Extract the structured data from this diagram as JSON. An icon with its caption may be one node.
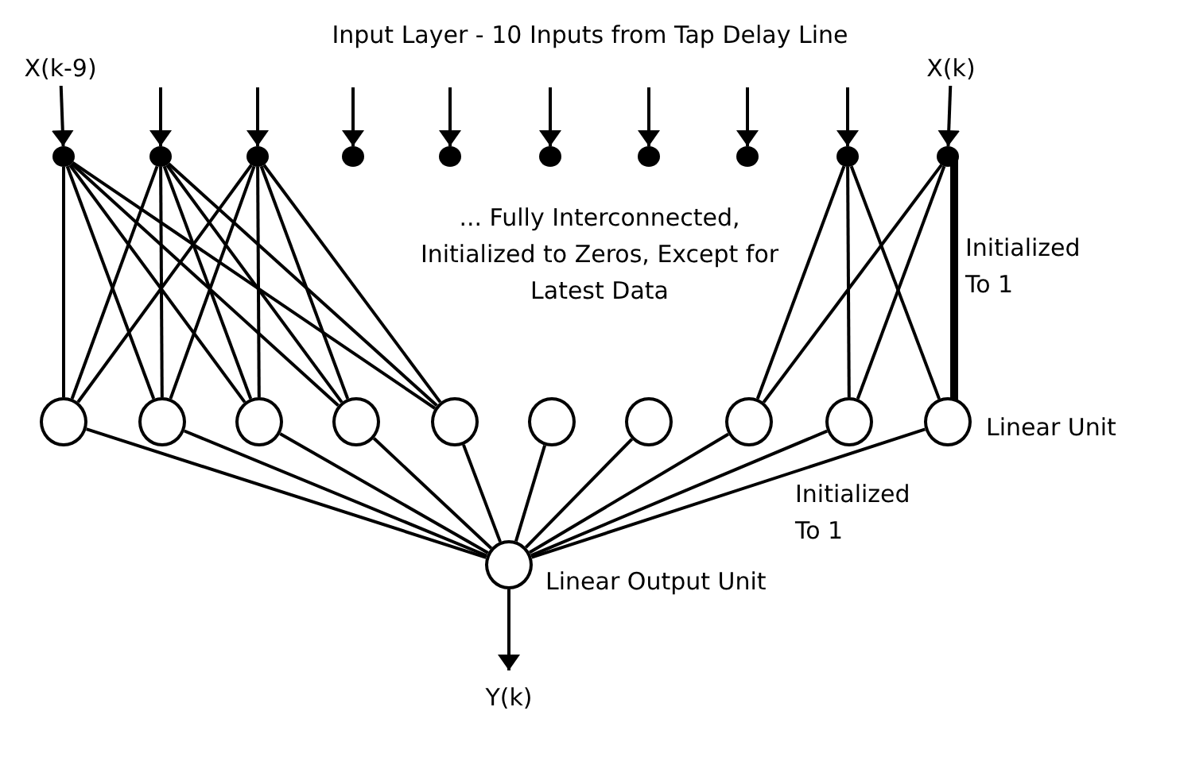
{
  "diagram": {
    "title": "Input Layer - 10 Inputs from Tap Delay Line",
    "nodes": [
      {
        "text": [
          "X(k-9)"
        ]
      },
      {
        "text": [
          "X(k)"
        ]
      },
      {
        "text": [],
        "shape": "circle"
      },
      {
        "text": [],
        "shape": "circle"
      },
      {
        "text": [],
        "shape": "circle"
      },
      {
        "text": [],
        "shape": "circle"
      },
      {
        "text": [],
        "shape": "circle"
      },
      {
        "text": [],
        "shape": "circle"
      },
      {
        "text": [],
        "shape": "circle"
      },
      {
        "text": [],
        "shape": "circle"
      },
      {
        "text": [],
        "shape": "circle"
      },
      {
        "text": [],
        "shape": "circle"
      },
      {
        "text": [],
        "shape": "circle"
      },
      {
        "text": [],
        "shape": "circle"
      },
      {
        "text": [],
        "shape": "circle"
      },
      {
        "text": [],
        "shape": "circle"
      },
      {
        "text": [],
        "shape": "circle"
      },
      {
        "text": [],
        "shape": "circle"
      },
      {
        "text": [],
        "shape": "circle"
      },
      {
        "text": [],
        "shape": "circle"
      },
      {
        "text": [],
        "shape": "circle"
      },
      {
        "text": [],
        "shape": "circle",
        "beside": [
          "Linear Unit"
        ]
      },
      {
        "text": [],
        "shape": "circle",
        "beside": [
          "Linear Output Unit"
        ]
      },
      {
        "text": [
          "Y(k)"
        ]
      }
    ],
    "edges": [
      {
        "from": 0,
        "to": 2,
        "arrow": "to"
      },
      {
        "from": null,
        "to": 3,
        "arrow": "to"
      },
      {
        "from": null,
        "to": 4,
        "arrow": "to"
      },
      {
        "from": null,
        "to": 5,
        "arrow": "to"
      },
      {
        "from": null,
        "to": 6,
        "arrow": "to"
      },
      {
        "from": null,
        "to": 7,
        "arrow": "to"
      },
      {
        "from": null,
        "to": 8,
        "arrow": "to"
      },
      {
        "from": null,
        "to": 9,
        "arrow": "to"
      },
      {
        "from": null,
        "to": 10,
        "arrow": "to"
      },
      {
        "from": 1,
        "to": 11,
        "arrow": "to"
      },
      {
        "from": 2,
        "to": 12,
        "arrow": "none"
      },
      {
        "from": 2,
        "to": 13,
        "arrow": "none"
      },
      {
        "from": 2,
        "to": 14,
        "arrow": "none"
      },
      {
        "from": 2,
        "to": 15,
        "arrow": "none"
      },
      {
        "from": 2,
        "to": 16,
        "arrow": "none"
      },
      {
        "from": 3,
        "to": 12,
        "arrow": "none"
      },
      {
        "from": 3,
        "to": 13,
        "arrow": "none"
      },
      {
        "from": 3,
        "to": 14,
        "arrow": "none"
      },
      {
        "from": 3,
        "to": 15,
        "arrow": "none"
      },
      {
        "from": 3,
        "to": 16,
        "arrow": "none"
      },
      {
        "from": 4,
        "to": 12,
        "arrow": "none"
      },
      {
        "from": 4,
        "to": 13,
        "arrow": "none"
      },
      {
        "from": 4,
        "to": 14,
        "arrow": "none"
      },
      {
        "from": 4,
        "to": 15,
        "arrow": "none"
      },
      {
        "from": 4,
        "to": 16,
        "arrow": "none"
      },
      {
        "from": 10,
        "to": 19,
        "arrow": "none"
      },
      {
        "from": 10,
        "to": 20,
        "arrow": "none"
      },
      {
        "from": 10,
        "to": 21,
        "arrow": "none"
      },
      {
        "from": 11,
        "to": 19,
        "arrow": "none"
      },
      {
        "from": 11,
        "to": 20,
        "arrow": "none"
      },
      {
        "from": 11,
        "to": 21,
        "arrow": "none",
        "style": "thick"
      },
      {
        "from": 12,
        "to": 22,
        "arrow": "none"
      },
      {
        "from": 13,
        "to": 22,
        "arrow": "none"
      },
      {
        "from": 14,
        "to": 22,
        "arrow": "none"
      },
      {
        "from": 15,
        "to": 22,
        "arrow": "none"
      },
      {
        "from": 16,
        "to": 22,
        "arrow": "none"
      },
      {
        "from": 17,
        "to": 22,
        "arrow": "none"
      },
      {
        "from": 18,
        "to": 22,
        "arrow": "none"
      },
      {
        "from": 19,
        "to": 22,
        "arrow": "none"
      },
      {
        "from": 20,
        "to": 22,
        "arrow": "none"
      },
      {
        "from": 21,
        "to": 22,
        "arrow": "none"
      },
      {
        "from": 22,
        "to": 23,
        "arrow": "to"
      }
    ],
    "labels": [
      "... Fully Interconnected, Initialized to Zeros, Except for Latest Data",
      "Initialized To 1",
      "Initialized To 1"
    ]
  }
}
